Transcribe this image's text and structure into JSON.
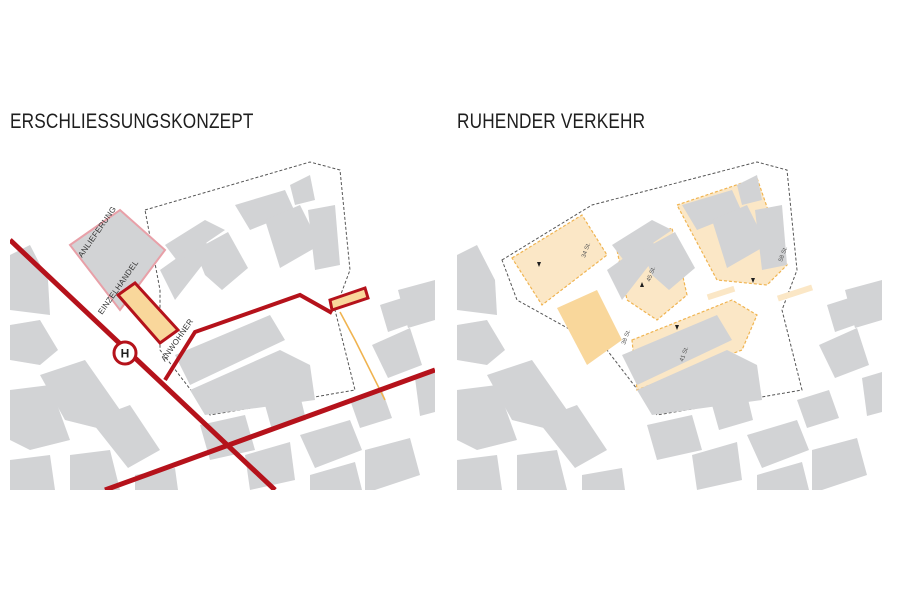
{
  "panels": {
    "left": {
      "title": "ERSCHLIESSUNGSKONZEPT",
      "labels": {
        "anlieferung": "ANLIEFERUNG",
        "einzelhandel": "EINZELHANDEL",
        "anwohner": "ANWOHNER",
        "bus_stop": "H"
      }
    },
    "right": {
      "title": "RUHENDER VERKEHR",
      "labels": {
        "p1": "34 St.",
        "p2": "45 St.",
        "p3": "58 St.",
        "p4": "38 St.",
        "p5": "41 St."
      }
    }
  },
  "colors": {
    "building": "#d2d3d5",
    "road_main": "#b5121b",
    "road_access": "#e8a0a8",
    "retail": "#f9d79b",
    "parking": "#fbe7c6",
    "parking_outline": "#f0b451",
    "footpath": "#f0b451",
    "text": "#1e1e1e"
  }
}
